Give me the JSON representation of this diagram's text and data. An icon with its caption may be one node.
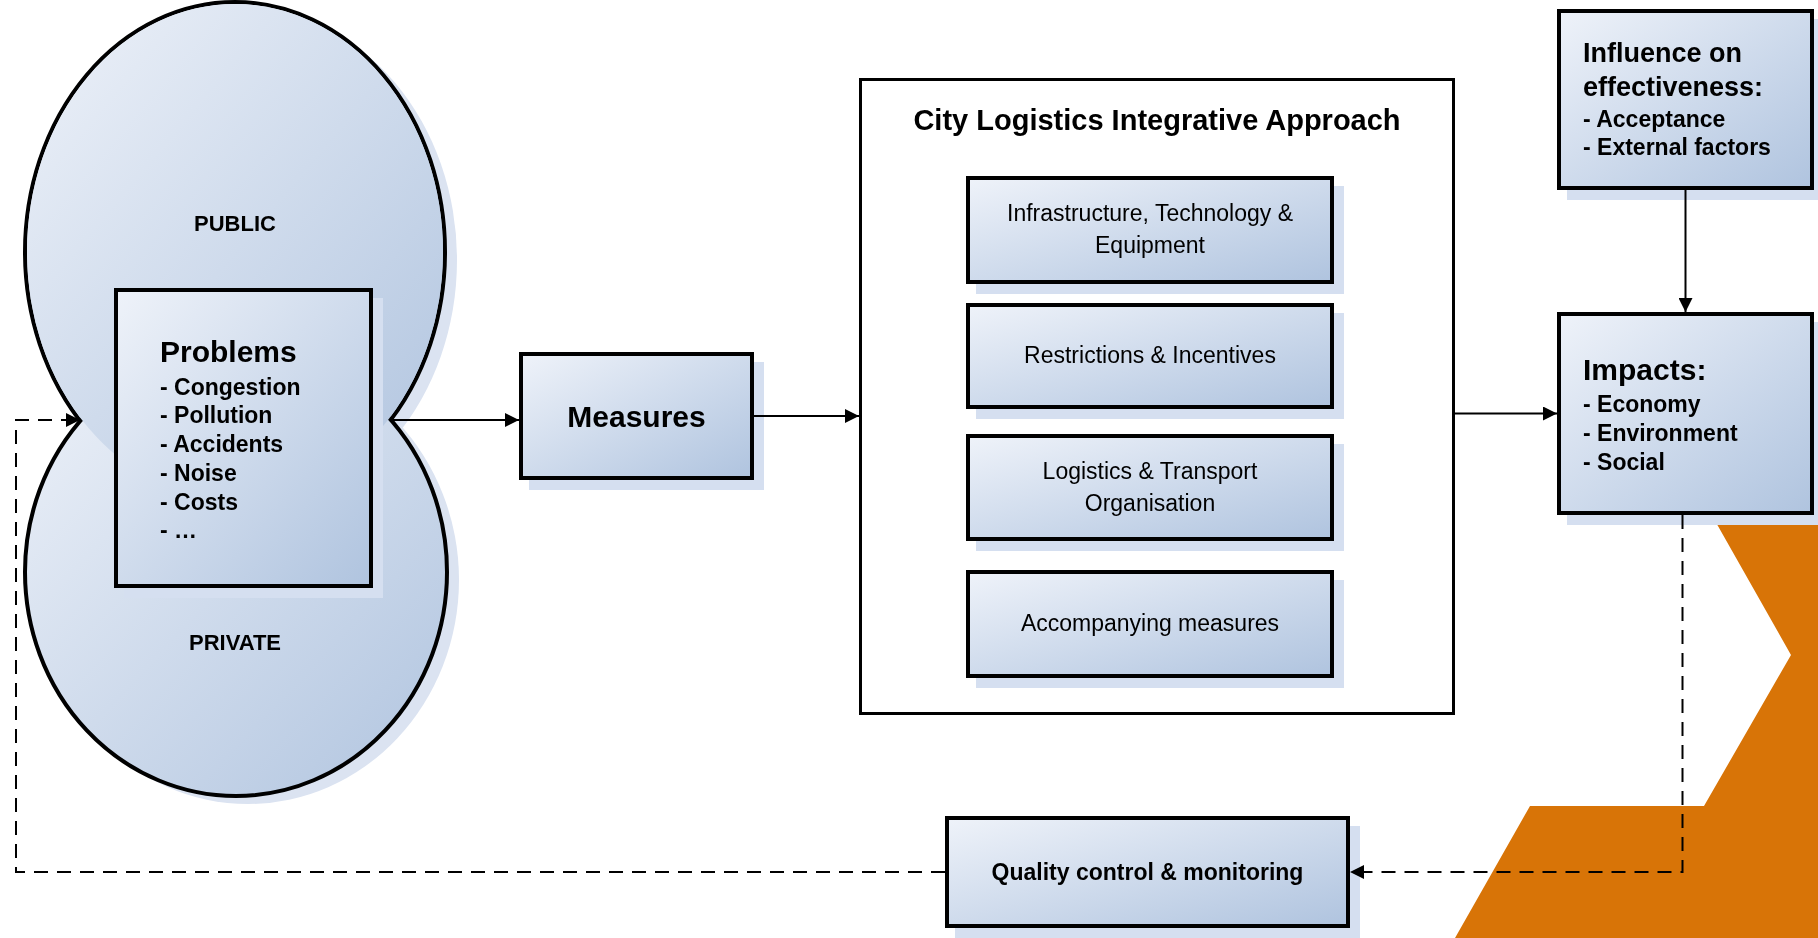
{
  "diagram": {
    "nodes": [
      {
        "text": [
          "PUBLIC",
          "PRIVATE"
        ]
      },
      {
        "text": [
          "Problems",
          "- Congestion",
          "- Pollution",
          "- Accidents",
          "- Noise",
          "- Costs",
          "- …"
        ]
      },
      {
        "text": [
          "Measures"
        ]
      },
      {
        "text": [
          "City Logistics Integrative Approach"
        ]
      },
      {
        "text": [
          "Infrastructure, Technology & Equipment"
        ],
        "in": 3
      },
      {
        "text": [
          "Restrictions & Incentives"
        ],
        "in": 3
      },
      {
        "text": [
          "Logistics & Transport Organisation"
        ],
        "in": 3
      },
      {
        "text": [
          "Accompanying measures"
        ],
        "in": 3
      },
      {
        "text": [
          "Influence on effectiveness:",
          "- Acceptance",
          "- External factors"
        ]
      },
      {
        "text": [
          "Impacts:",
          "- Economy",
          "- Environment",
          "- Social"
        ]
      },
      {
        "text": [
          "Quality control & monitoring"
        ]
      }
    ],
    "edges": [
      {
        "from": 0,
        "to": 2,
        "arrow": "to"
      },
      {
        "from": 2,
        "to": 3,
        "arrow": "to"
      },
      {
        "from": 3,
        "to": 9,
        "arrow": "to"
      },
      {
        "from": 8,
        "to": 9,
        "arrow": "to"
      },
      {
        "from": 9,
        "to": 10,
        "arrow": "to",
        "style": "dashed"
      },
      {
        "from": 10,
        "to": 0,
        "arrow": "to",
        "style": "dashed"
      }
    ]
  }
}
